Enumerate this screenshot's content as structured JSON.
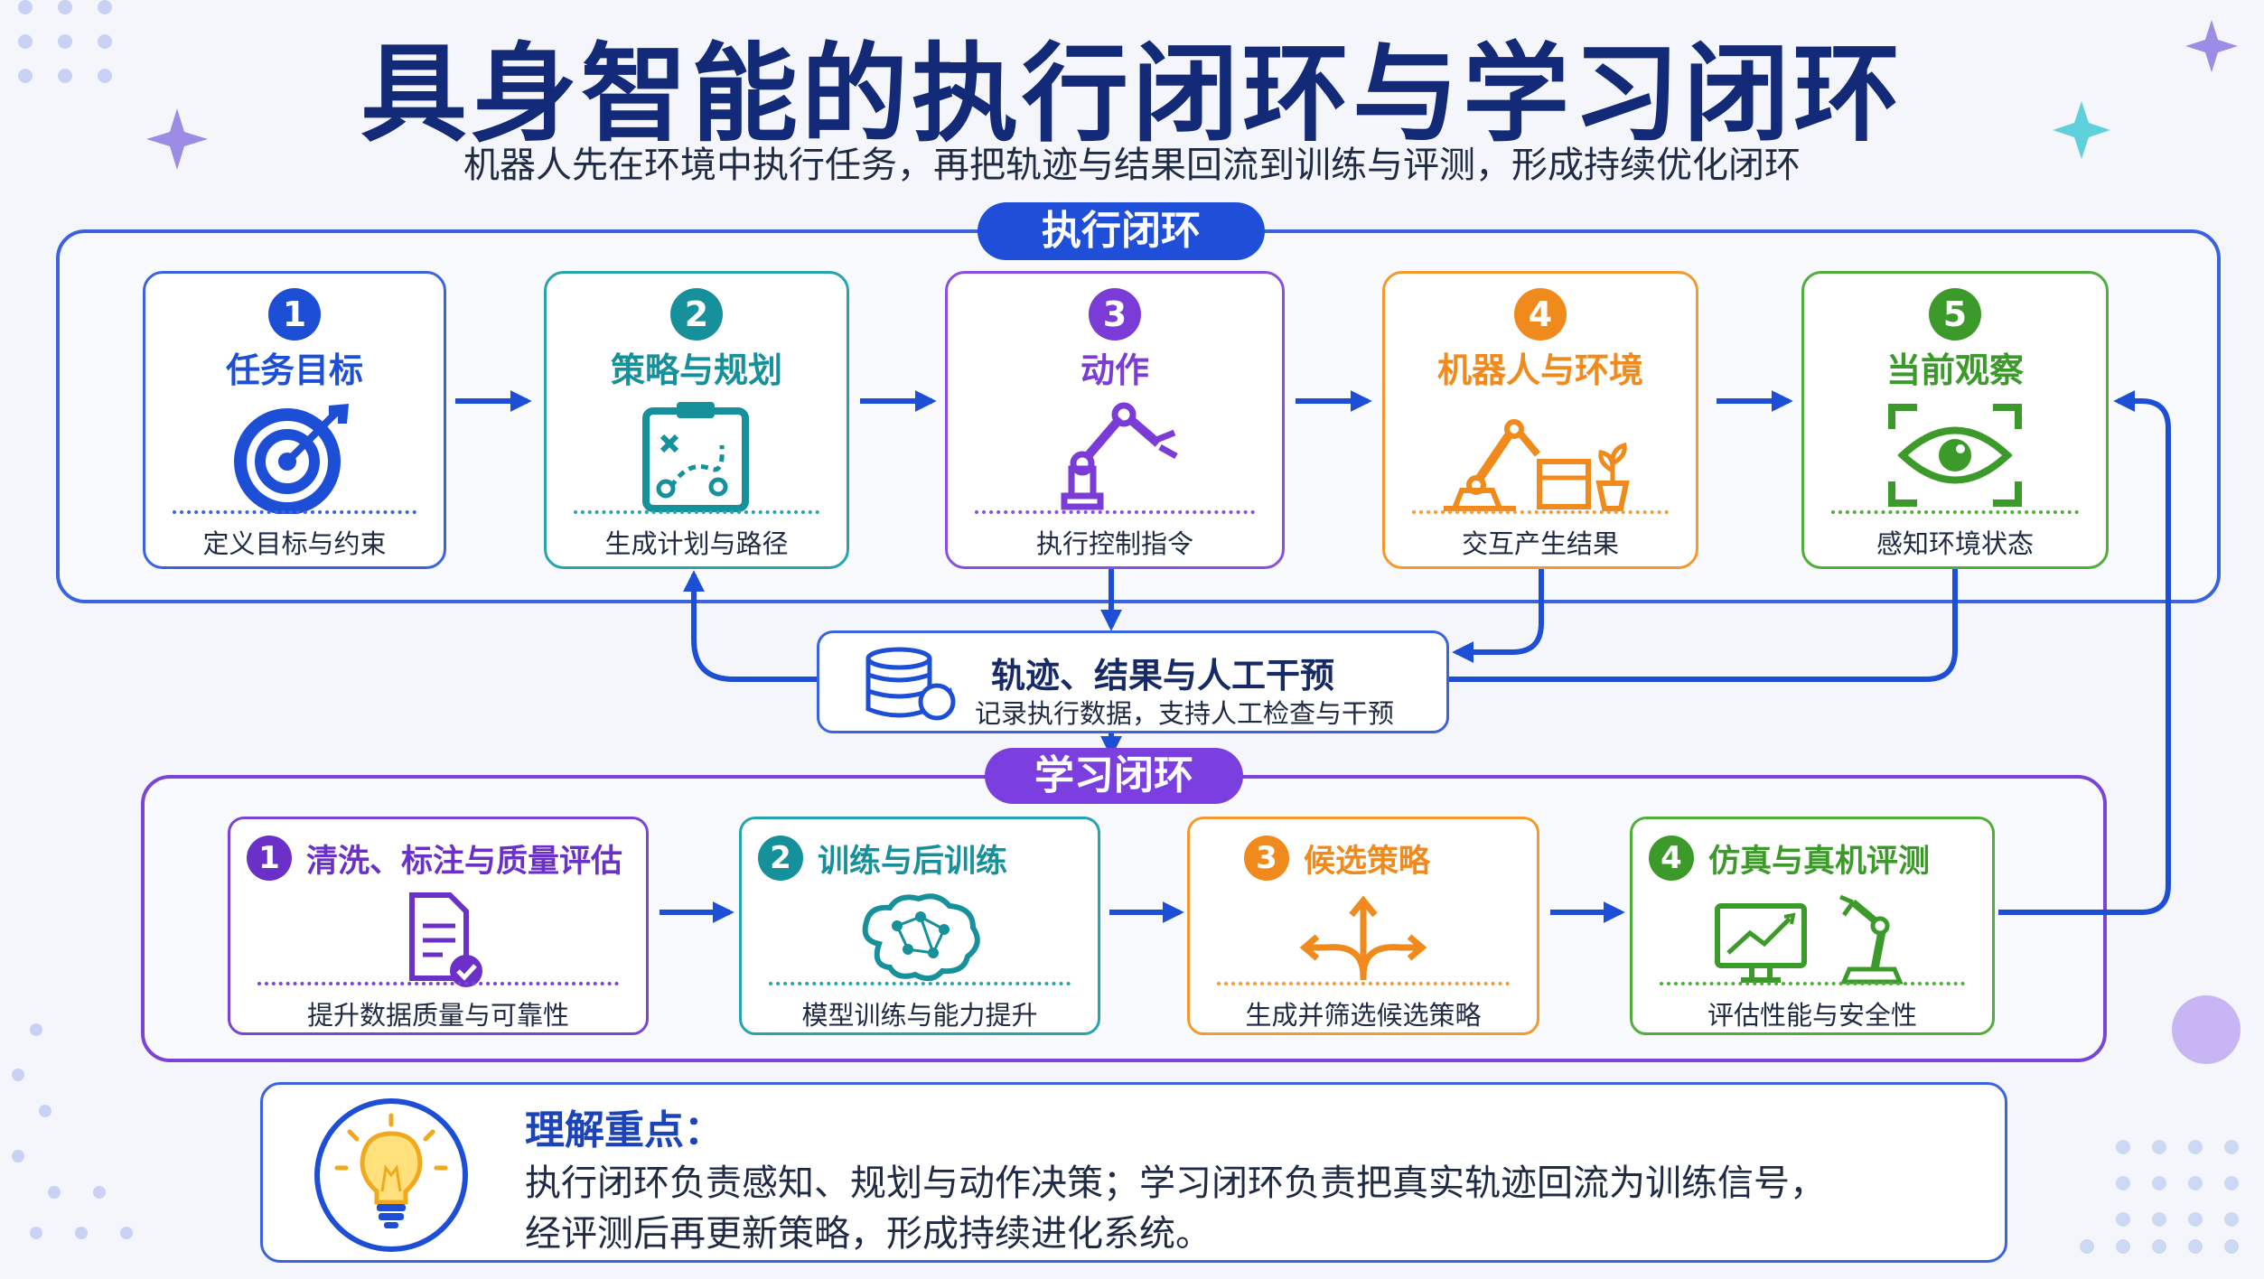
{
  "title": "具身智能的执行闭环与学习闭环",
  "subtitle": "机器人先在环境中执行任务，再把轨迹与结果回流到训练与评测，形成持续优化闭环",
  "execution_loop": {
    "label": "执行闭环",
    "steps": [
      {
        "num": "1",
        "title": "任务目标",
        "desc": "定义目标与约束",
        "color": "#1d4fd6",
        "icon": "target-icon"
      },
      {
        "num": "2",
        "title": "策略与规划",
        "desc": "生成计划与路径",
        "color": "#16909a",
        "icon": "strategy-board-icon"
      },
      {
        "num": "3",
        "title": "动作",
        "desc": "执行控制指令",
        "color": "#7a3bd6",
        "icon": "robot-arm-icon"
      },
      {
        "num": "4",
        "title": "机器人与环境",
        "desc": "交互产生结果",
        "color": "#f08a1c",
        "icon": "robot-environment-icon"
      },
      {
        "num": "5",
        "title": "当前观察",
        "desc": "感知环境状态",
        "color": "#3c9a2a",
        "icon": "eye-icon"
      }
    ]
  },
  "feedback": {
    "title": "轨迹、结果与人工干预",
    "desc": "记录执行数据，支持人工检查与干预",
    "icon": "database-icon"
  },
  "learning_loop": {
    "label": "学习闭环",
    "steps": [
      {
        "num": "1",
        "title": "清洗、标注与质量评估",
        "desc": "提升数据质量与可靠性",
        "color": "#6a30c8",
        "icon": "document-check-icon"
      },
      {
        "num": "2",
        "title": "训练与后训练",
        "desc": "模型训练与能力提升",
        "color": "#16909a",
        "icon": "brain-network-icon"
      },
      {
        "num": "3",
        "title": "候选策略",
        "desc": "生成并筛选候选策略",
        "color": "#f08a1c",
        "icon": "branch-arrows-icon"
      },
      {
        "num": "4",
        "title": "仿真与真机评测",
        "desc": "评估性能与安全性",
        "color": "#3c9a2a",
        "icon": "monitor-robot-icon"
      }
    ]
  },
  "key_points": {
    "title": "理解重点：",
    "line1": "执行闭环负责感知、规划与动作决策；学习闭环负责把真实轨迹回流为训练信号，",
    "line2": "经评测后再更新策略，形成持续进化系统。",
    "icon": "lightbulb-icon"
  }
}
